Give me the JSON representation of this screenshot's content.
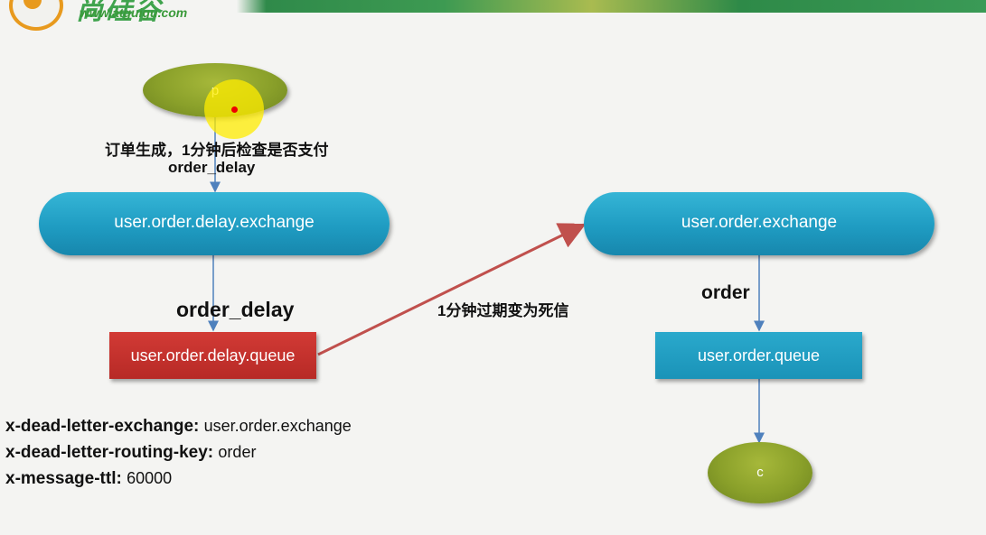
{
  "logo": {
    "text_cn": "尚硅谷",
    "url": "www.atguigu.com"
  },
  "nodes": {
    "producer": "p",
    "delay_exchange": "user.order.delay.exchange",
    "delay_queue": "user.order.delay.queue",
    "order_exchange": "user.order.exchange",
    "order_queue": "user.order.queue",
    "consumer": "c"
  },
  "labels": {
    "publish_note": "订单生成，1分钟后检查是否支付",
    "publish_routing_key": "order_delay",
    "delay_binding_key": "order_delay",
    "dead_letter_note": "1分钟过期变为死信",
    "order_binding_key": "order"
  },
  "queue_arguments": [
    {
      "key": "x-dead-letter-exchange:",
      "value": "user.order.exchange"
    },
    {
      "key": "x-dead-letter-routing-key:",
      "value": "order"
    },
    {
      "key": "x-message-ttl:",
      "value": "60000"
    }
  ],
  "colors": {
    "exchange": "#1f9cc2",
    "delay_queue": "#c9302c",
    "order_queue": "#1f9cc2",
    "endpoint": "#8aa02a",
    "dead_letter_arrow": "#c0504d",
    "edge": "#4f81bd"
  }
}
